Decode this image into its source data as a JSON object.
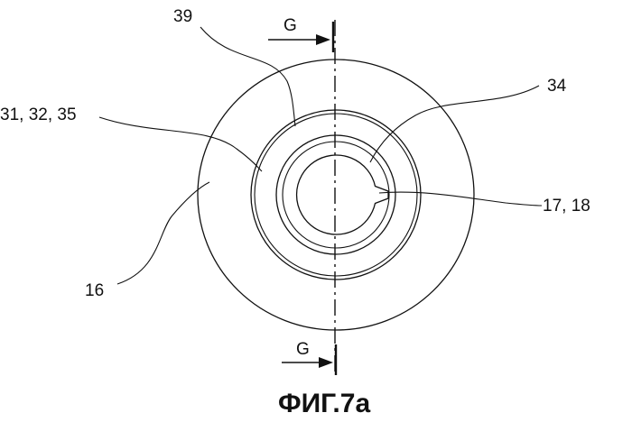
{
  "figure": {
    "caption": "ФИГ.7a",
    "section_marks": {
      "top": "G",
      "bottom": "G"
    },
    "labels": {
      "l39": "39",
      "l34": "34",
      "l31": "31, 32, 35",
      "l16": "16",
      "l17": "17, 18"
    }
  }
}
